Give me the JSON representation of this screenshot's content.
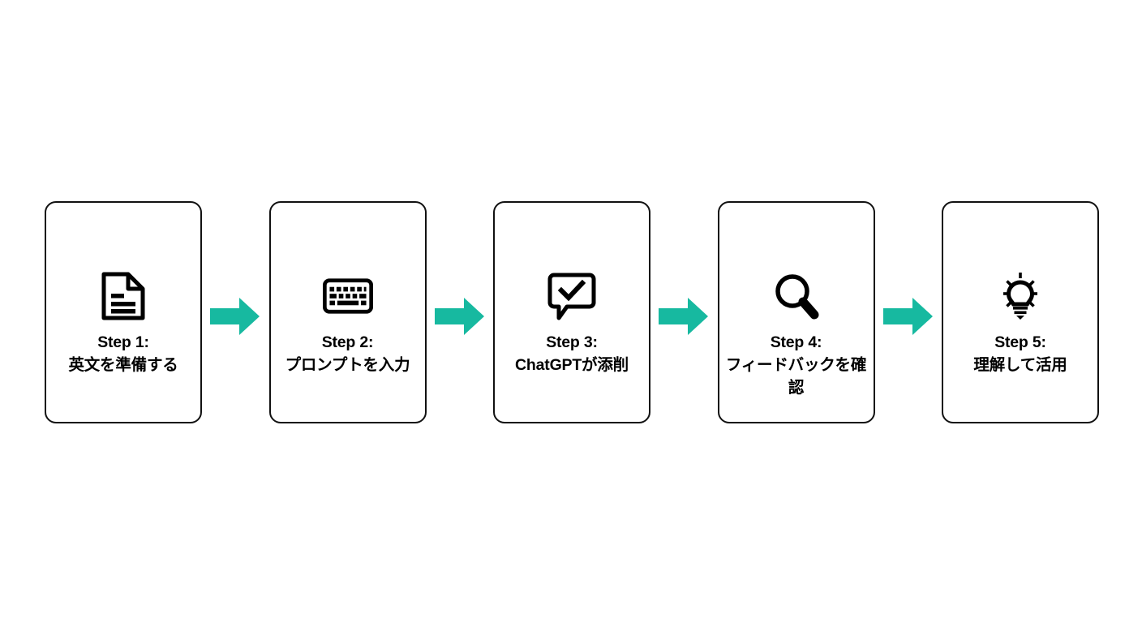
{
  "diagram": {
    "type": "horizontal-process-flow",
    "background_color": "#ffffff",
    "card_border_color": "#111111",
    "arrow_color": "#17b9a0",
    "text_color": "#000000",
    "steps": [
      {
        "icon": "document-icon",
        "title": "Step 1:",
        "description": "英文を準備する"
      },
      {
        "icon": "keyboard-icon",
        "title": "Step 2:",
        "description": "プロンプトを入力"
      },
      {
        "icon": "speech-bubble-check-icon",
        "title": "Step 3:",
        "description": "ChatGPTが添削"
      },
      {
        "icon": "magnifier-icon",
        "title": "Step 4:",
        "description": "フィードバックを確認"
      },
      {
        "icon": "lightbulb-icon",
        "title": "Step 5:",
        "description": "理解して活用"
      }
    ],
    "connectors": [
      {
        "icon": "arrow-right-icon"
      },
      {
        "icon": "arrow-right-icon"
      },
      {
        "icon": "arrow-right-icon"
      },
      {
        "icon": "arrow-right-icon"
      }
    ]
  }
}
